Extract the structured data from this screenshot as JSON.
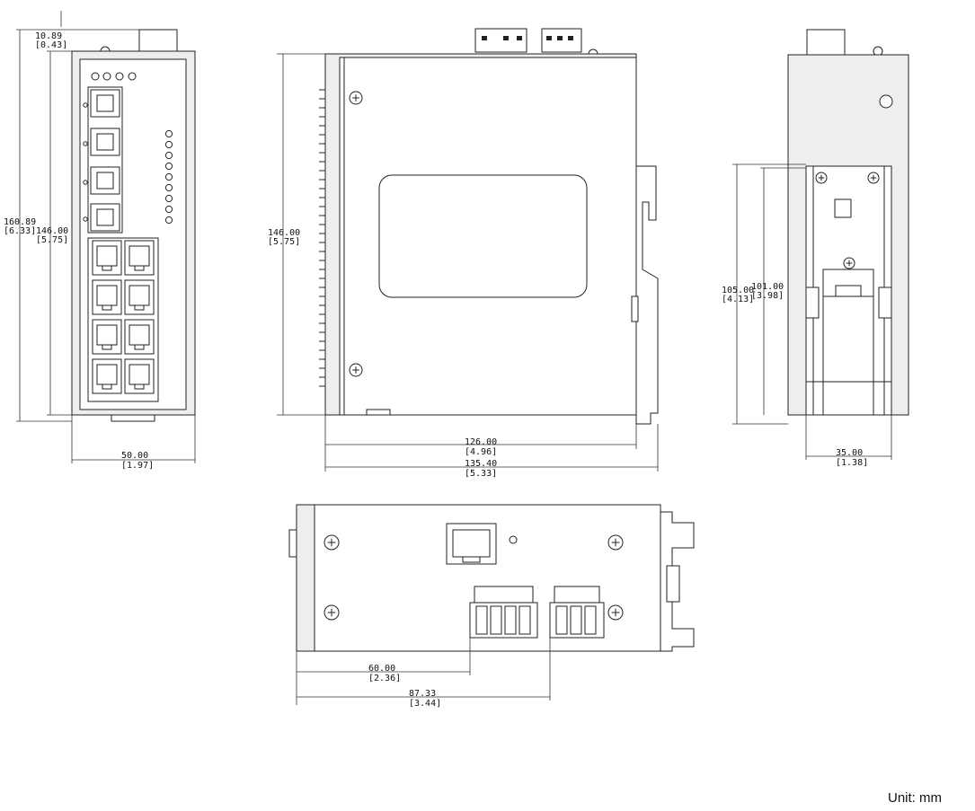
{
  "dimensions": {
    "top_offset": {
      "mm": "10.89",
      "in": "[0.43]"
    },
    "front_total_height": {
      "mm": "160.89",
      "in": "[6.33]"
    },
    "front_body_height": {
      "mm": "146.00",
      "in": "[5.75]"
    },
    "front_width": {
      "mm": "50.00",
      "in": "[1.97]"
    },
    "side_height": {
      "mm": "146.00",
      "in": "[5.75]"
    },
    "side_depth_body": {
      "mm": "126.00",
      "in": "[4.96]"
    },
    "side_depth_total": {
      "mm": "135.40",
      "in": "[5.33]"
    },
    "rear_height_outer": {
      "mm": "105.00",
      "in": "[4.13]"
    },
    "rear_height_inner": {
      "mm": "101.00",
      "in": "[3.98]"
    },
    "rear_width": {
      "mm": "35.00",
      "in": "[1.38]"
    },
    "bottom_offset_1": {
      "mm": "60.00",
      "in": "[2.36]"
    },
    "bottom_offset_2": {
      "mm": "87.33",
      "in": "[3.44]"
    }
  },
  "unit_label": "Unit: mm"
}
